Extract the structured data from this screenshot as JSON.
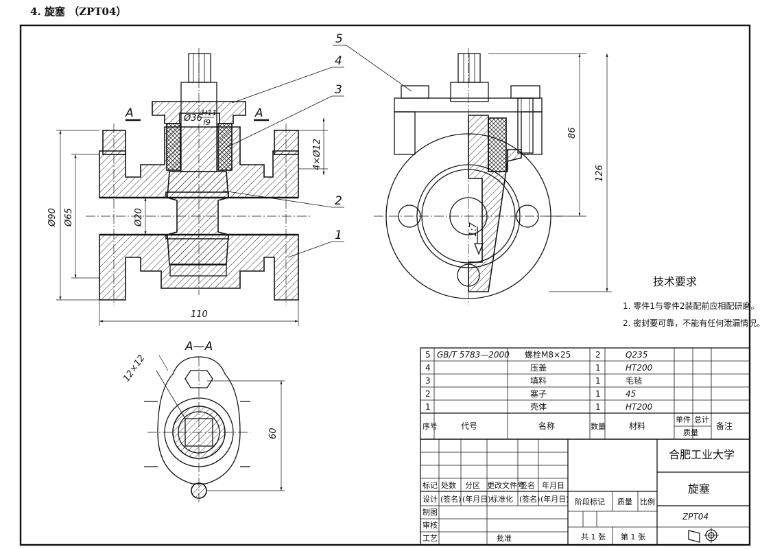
{
  "header": {
    "title": "4. 旋塞 （ZPT04）"
  },
  "views": {
    "section_left": "A",
    "section_right": "A",
    "section_view_title": "A—A"
  },
  "dimensions": {
    "fit": "Ø36",
    "fit_upper": "H11",
    "fit_lower": "f9",
    "holes": "4×Ø12",
    "d90": "Ø90",
    "d65": "Ø65",
    "d20": "Ø20",
    "w110": "110",
    "h86": "86",
    "h126": "126",
    "taper": "1:7",
    "sq": "12×12",
    "h60": "60"
  },
  "balloons": [
    "1",
    "2",
    "3",
    "4",
    "5"
  ],
  "tech_requirements": {
    "title": "技术要求",
    "items": [
      "1. 零件1与零件2装配前应相配研磨。",
      "2. 密封要可靠，不能有任何泄漏情况。"
    ]
  },
  "parts_list": {
    "rows": [
      {
        "no": "5",
        "code": "GB/T 5783—2000",
        "name": "螺栓M8×25",
        "qty": "2",
        "material": "Q235"
      },
      {
        "no": "4",
        "code": "",
        "name": "压盖",
        "qty": "1",
        "material": "HT200"
      },
      {
        "no": "3",
        "code": "",
        "name": "填料",
        "qty": "1",
        "material": "毛毡"
      },
      {
        "no": "2",
        "code": "",
        "name": "塞子",
        "qty": "1",
        "material": "45"
      },
      {
        "no": "1",
        "code": "",
        "name": "壳体",
        "qty": "1",
        "material": "HT200"
      }
    ],
    "header": {
      "no": "序号",
      "code": "代号",
      "name": "名称",
      "qty": "数量",
      "material": "材料",
      "unit_weight": "单件",
      "total_weight": "总计",
      "weight": "质量",
      "remark": "备注"
    }
  },
  "title_block": {
    "school": "合肥工业大学",
    "drawing_name": "旋塞",
    "drawing_no": "ZPT04",
    "marks_row": [
      "标记",
      "处数",
      "分区",
      "更改文件号",
      "签名",
      "年月日"
    ],
    "design_row": [
      "设计",
      "(签名)",
      "(年月日)",
      "标准化",
      "(签名)",
      "(年月日)"
    ],
    "stage_mark": "阶段标记",
    "weight": "质量",
    "scale": "比例",
    "drawn": "制图",
    "checked": "审核",
    "process": "工艺",
    "approved": "批准",
    "sheets_total": "共 1 张",
    "sheet_no": "第 1 张"
  }
}
